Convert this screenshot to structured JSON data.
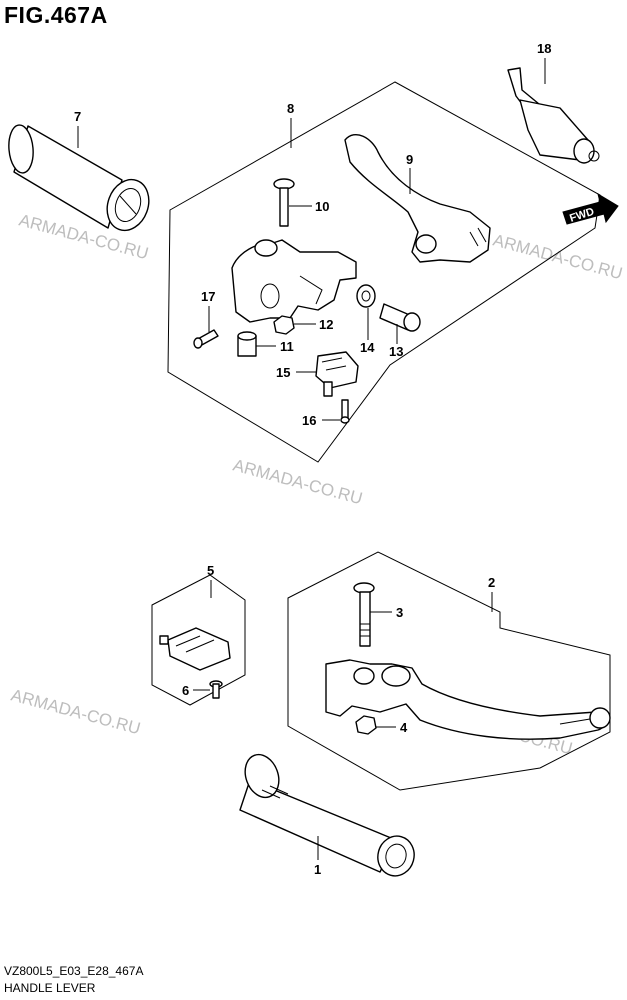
{
  "figure_title": "FIG.467A",
  "footer": {
    "code": "VZ800L5_E03_E28_467A",
    "name": "HANDLE LEVER"
  },
  "watermark": "ARMADA-CO.RU",
  "fwd_label": "FWD",
  "callouts": {
    "c1": "1",
    "c2": "2",
    "c3": "3",
    "c4": "4",
    "c5": "5",
    "c6": "6",
    "c7": "7",
    "c8": "8",
    "c9": "9",
    "c10": "10",
    "c11": "11",
    "c12": "12",
    "c13": "13",
    "c14": "14",
    "c15": "15",
    "c16": "16",
    "c17": "17",
    "c18": "18"
  }
}
